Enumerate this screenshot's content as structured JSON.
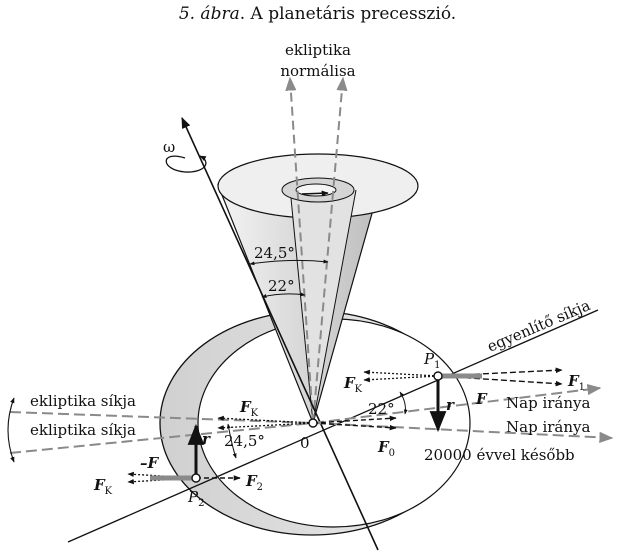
{
  "caption": {
    "number": "5. ábra",
    "text": ". A planetáris precesszió."
  },
  "labels": {
    "normal_line1": "ekliptika",
    "normal_line2": "normálisa",
    "omega": "ω",
    "angle_outer": "24,5°",
    "angle_inner": "22°",
    "equator_plane": "egyenlítő síkja",
    "ecliptic_plane_1": "ekliptika síkja",
    "ecliptic_plane_2": "ekliptika síkja",
    "sun_dir_1": "Nap iránya",
    "sun_dir_2": "Nap iránya",
    "later": "20000 évvel később",
    "angle_22_right": "22°",
    "angle_245_left": "24,5°",
    "origin": "0"
  },
  "vectors": {
    "F": "F",
    "F1": "F",
    "F1_sub": "1",
    "F2": "F",
    "F2_sub": "2",
    "F0": "F",
    "F0_sub": "0",
    "FK": "F",
    "FK_sub": "K",
    "r": "r",
    "minusF": "–F"
  },
  "points": {
    "P": "P",
    "P1_sub": "1",
    "P2_sub": "2"
  }
}
